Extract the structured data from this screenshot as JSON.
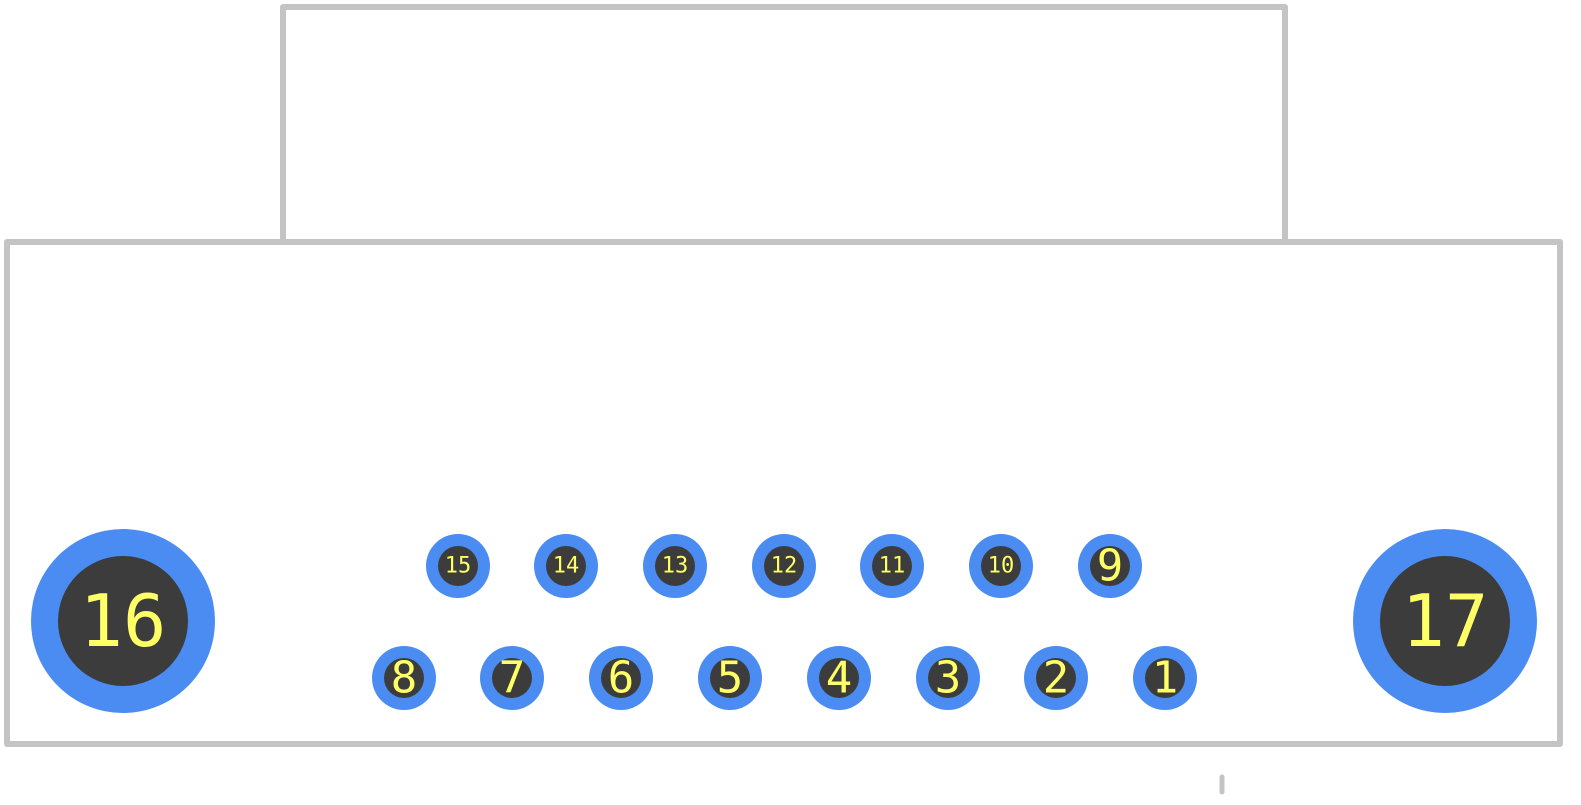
{
  "colors": {
    "background": "#ffffff",
    "outline": "#c4c4c4",
    "pad_ring": "#4a8cf2",
    "pad_hole": "#3c3c3c",
    "pad_label": "#ffff66"
  },
  "pads": [
    {
      "label": "1",
      "row": "bottom",
      "size": "small"
    },
    {
      "label": "2",
      "row": "bottom",
      "size": "small"
    },
    {
      "label": "3",
      "row": "bottom",
      "size": "small"
    },
    {
      "label": "4",
      "row": "bottom",
      "size": "small"
    },
    {
      "label": "5",
      "row": "bottom",
      "size": "small"
    },
    {
      "label": "6",
      "row": "bottom",
      "size": "small"
    },
    {
      "label": "7",
      "row": "bottom",
      "size": "small"
    },
    {
      "label": "8",
      "row": "bottom",
      "size": "small"
    },
    {
      "label": "9",
      "row": "top",
      "size": "small"
    },
    {
      "label": "10",
      "row": "top",
      "size": "small"
    },
    {
      "label": "11",
      "row": "top",
      "size": "small"
    },
    {
      "label": "12",
      "row": "top",
      "size": "small"
    },
    {
      "label": "13",
      "row": "top",
      "size": "small"
    },
    {
      "label": "14",
      "row": "top",
      "size": "small"
    },
    {
      "label": "15",
      "row": "top",
      "size": "small"
    },
    {
      "label": "16",
      "row": "mount",
      "size": "large"
    },
    {
      "label": "17",
      "row": "mount",
      "size": "large"
    }
  ]
}
